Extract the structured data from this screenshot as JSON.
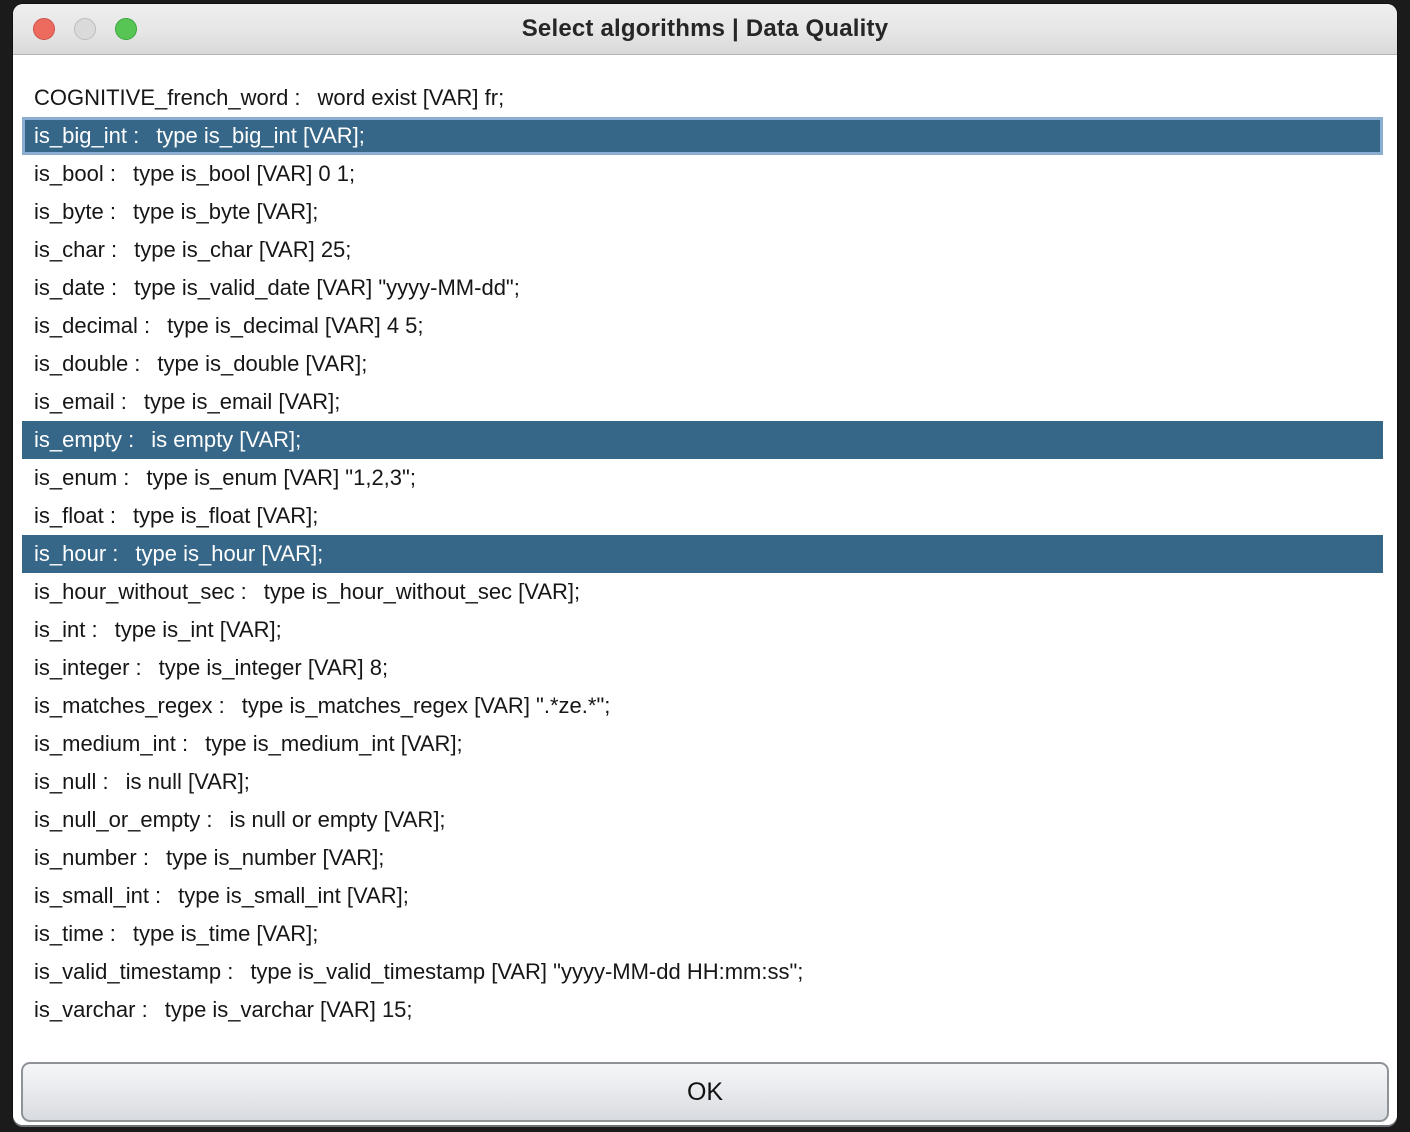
{
  "window": {
    "title": "Select algorithms | Data Quality",
    "controls": {
      "close": "close-button",
      "minimize": "minimize-button",
      "zoom": "zoom-button"
    }
  },
  "colors": {
    "selection_bg": "#376788",
    "selection_focus_ring": "#8badd0",
    "close_red": "#ed6a5e",
    "minimize_gray": "#dadada",
    "zoom_green": "#57c554",
    "outer_bg": "#1b1b1b"
  },
  "list": {
    "separator": " :",
    "items": [
      {
        "name": "COGNITIVE_french_word",
        "def": "word exist [VAR] fr;",
        "selected": false,
        "focused": false
      },
      {
        "name": "is_big_int",
        "def": "type is_big_int [VAR];",
        "selected": true,
        "focused": true
      },
      {
        "name": "is_bool",
        "def": "type is_bool [VAR] 0 1;",
        "selected": false,
        "focused": false
      },
      {
        "name": "is_byte",
        "def": "type is_byte [VAR];",
        "selected": false,
        "focused": false
      },
      {
        "name": "is_char",
        "def": "type is_char [VAR] 25;",
        "selected": false,
        "focused": false
      },
      {
        "name": "is_date",
        "def": "type is_valid_date [VAR] \"yyyy-MM-dd\";",
        "selected": false,
        "focused": false
      },
      {
        "name": "is_decimal",
        "def": "type is_decimal [VAR] 4 5;",
        "selected": false,
        "focused": false
      },
      {
        "name": "is_double",
        "def": "type is_double [VAR];",
        "selected": false,
        "focused": false
      },
      {
        "name": "is_email",
        "def": "type is_email [VAR];",
        "selected": false,
        "focused": false
      },
      {
        "name": "is_empty",
        "def": "is empty [VAR];",
        "selected": true,
        "focused": false
      },
      {
        "name": "is_enum",
        "def": "type is_enum [VAR] \"1,2,3\";",
        "selected": false,
        "focused": false
      },
      {
        "name": "is_float",
        "def": "type is_float [VAR];",
        "selected": false,
        "focused": false
      },
      {
        "name": "is_hour",
        "def": "type is_hour [VAR];",
        "selected": true,
        "focused": false
      },
      {
        "name": "is_hour_without_sec",
        "def": "type is_hour_without_sec [VAR];",
        "selected": false,
        "focused": false
      },
      {
        "name": "is_int",
        "def": "type is_int [VAR];",
        "selected": false,
        "focused": false
      },
      {
        "name": "is_integer",
        "def": "type is_integer [VAR] 8;",
        "selected": false,
        "focused": false
      },
      {
        "name": "is_matches_regex",
        "def": "type is_matches_regex [VAR] \".*ze.*\";",
        "selected": false,
        "focused": false
      },
      {
        "name": "is_medium_int",
        "def": "type is_medium_int [VAR];",
        "selected": false,
        "focused": false
      },
      {
        "name": "is_null",
        "def": "is null [VAR];",
        "selected": false,
        "focused": false
      },
      {
        "name": "is_null_or_empty",
        "def": "is null or empty [VAR];",
        "selected": false,
        "focused": false
      },
      {
        "name": "is_number",
        "def": "type is_number [VAR];",
        "selected": false,
        "focused": false
      },
      {
        "name": "is_small_int",
        "def": "type is_small_int [VAR];",
        "selected": false,
        "focused": false
      },
      {
        "name": "is_time",
        "def": "type is_time [VAR];",
        "selected": false,
        "focused": false
      },
      {
        "name": "is_valid_timestamp",
        "def": "type is_valid_timestamp [VAR] \"yyyy-MM-dd HH:mm:ss\";",
        "selected": false,
        "focused": false
      },
      {
        "name": "is_varchar",
        "def": "type is_varchar [VAR] 15;",
        "selected": false,
        "focused": false
      }
    ]
  },
  "footer": {
    "ok_label": "OK"
  }
}
